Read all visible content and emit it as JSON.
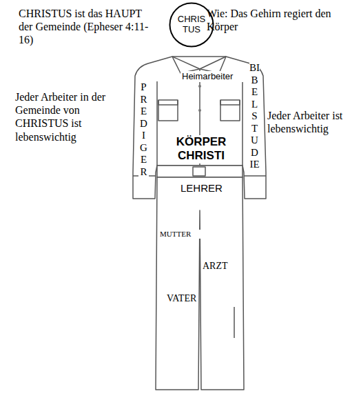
{
  "diagram": {
    "nodes": [
      {
        "text": [
          "CHRIS TUS"
        ]
      }
    ],
    "labels": [
      "CHRISTUS ist das HAUPT der Gemeinde (Epheser 4:11-16)",
      "Wie: Das Gehirn regiert den Körper",
      "Heimarbeiter",
      "Jeder Arbeiter in der Gemeinde von CHRISTUS ist lebenswichtig",
      "PREDIGER",
      "BIBELSTUDIE",
      "Jeder Arbeiter ist lebenswichtig",
      "KÖRPER CHRISTI",
      "LEHRER",
      "MUTTER",
      "ARZT",
      "VATER"
    ]
  }
}
